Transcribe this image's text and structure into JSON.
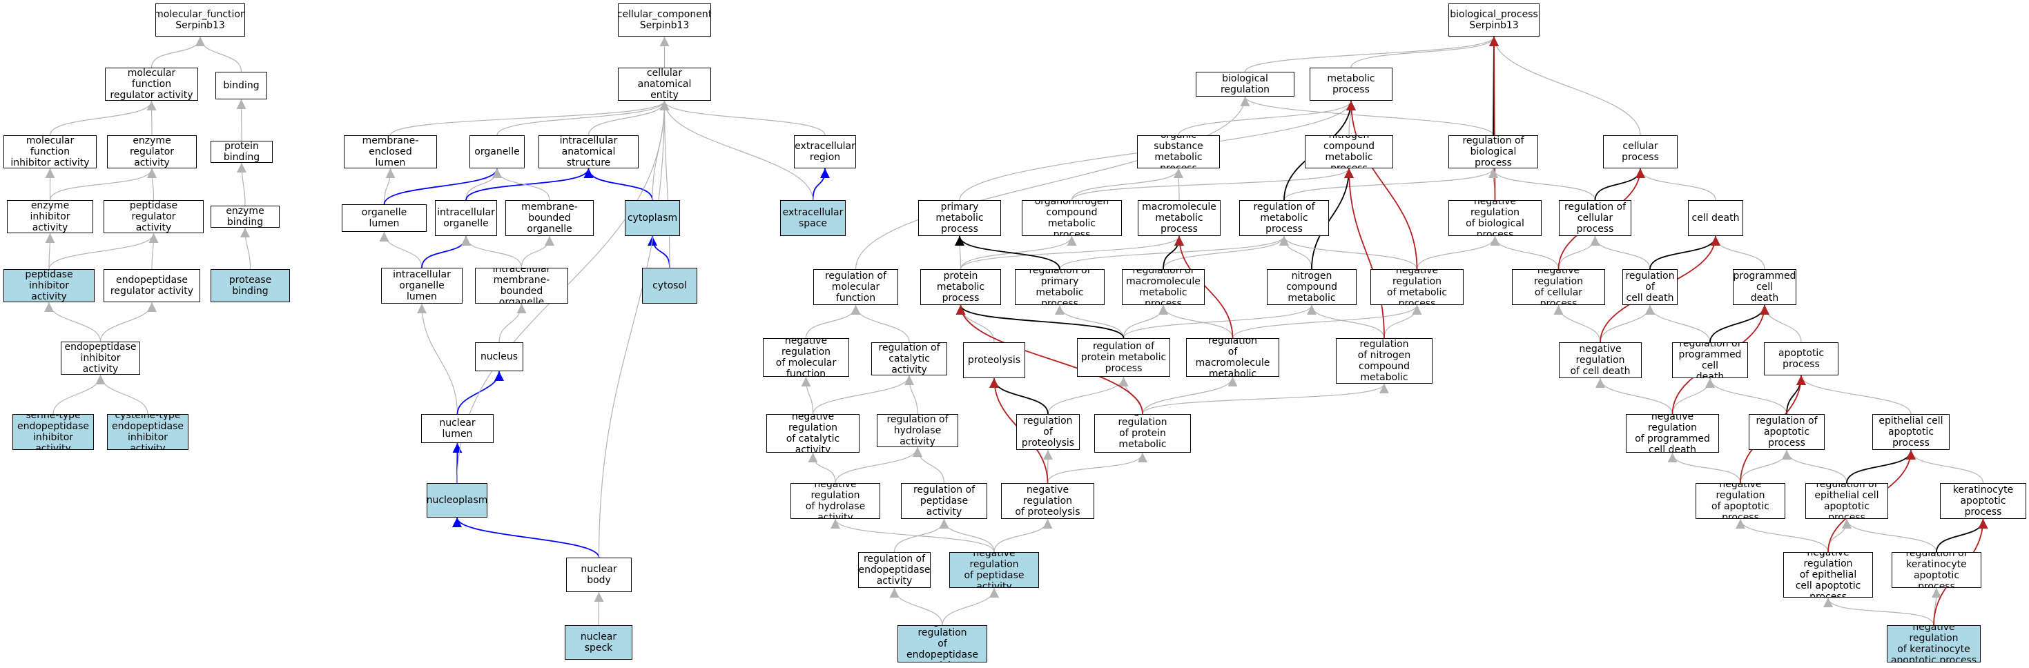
{
  "colors": {
    "is_a": "#b3b3b3",
    "part_of": "#0000ff",
    "regulates": "#000000",
    "neg_regulates": "#b22222",
    "highlight": "#add8e6"
  },
  "nodes": [
    {
      "id": "mf",
      "label": "molecular_function\nSerpinb13",
      "hl": false
    },
    {
      "id": "mfra",
      "label": "molecular function\nregulator activity",
      "hl": false
    },
    {
      "id": "binding",
      "label": "binding",
      "hl": false
    },
    {
      "id": "mfia",
      "label": "molecular function\ninhibitor activity",
      "hl": false
    },
    {
      "id": "era",
      "label": "enzyme regulator\nactivity",
      "hl": false
    },
    {
      "id": "pb",
      "label": "protein binding",
      "hl": false
    },
    {
      "id": "eia",
      "label": "enzyme inhibitor\nactivity",
      "hl": false
    },
    {
      "id": "pra",
      "label": "peptidase regulator\nactivity",
      "hl": false
    },
    {
      "id": "eb",
      "label": "enzyme binding",
      "hl": false
    },
    {
      "id": "pia",
      "label": "peptidase inhibitor\nactivity",
      "hl": true
    },
    {
      "id": "epra",
      "label": "endopeptidase\nregulator activity",
      "hl": false
    },
    {
      "id": "protb",
      "label": "protease binding",
      "hl": true
    },
    {
      "id": "epia",
      "label": "endopeptidase\ninhibitor activity",
      "hl": false
    },
    {
      "id": "serine",
      "label": "serine-type\nendopeptidase\ninhibitor activity",
      "hl": true
    },
    {
      "id": "cysteine",
      "label": "cysteine-type\nendopeptidase\ninhibitor activity",
      "hl": true
    },
    {
      "id": "cc",
      "label": "cellular_component\nSerpinb13",
      "hl": false
    },
    {
      "id": "cae",
      "label": "cellular anatomical\nentity",
      "hl": false
    },
    {
      "id": "mel",
      "label": "membrane-enclosed\nlumen",
      "hl": false
    },
    {
      "id": "organelle",
      "label": "organelle",
      "hl": false
    },
    {
      "id": "ias",
      "label": "intracellular\nanatomical structure",
      "hl": false
    },
    {
      "id": "er",
      "label": "extracellular\nregion",
      "hl": false
    },
    {
      "id": "ol",
      "label": "organelle lumen",
      "hl": false
    },
    {
      "id": "io",
      "label": "intracellular\norganelle",
      "hl": false
    },
    {
      "id": "mbo",
      "label": "membrane-bounded\norganelle",
      "hl": false
    },
    {
      "id": "cytoplasm",
      "label": "cytoplasm",
      "hl": true
    },
    {
      "id": "es",
      "label": "extracellular\nspace",
      "hl": true
    },
    {
      "id": "iol",
      "label": "intracellular\norganelle lumen",
      "hl": false
    },
    {
      "id": "imbo",
      "label": "intracellular\nmembrane-bounded\norganelle",
      "hl": false
    },
    {
      "id": "cytosol",
      "label": "cytosol",
      "hl": true
    },
    {
      "id": "nucleus",
      "label": "nucleus",
      "hl": false
    },
    {
      "id": "nl",
      "label": "nuclear lumen",
      "hl": false
    },
    {
      "id": "np",
      "label": "nucleoplasm",
      "hl": true
    },
    {
      "id": "nb",
      "label": "nuclear body",
      "hl": false
    },
    {
      "id": "ns",
      "label": "nuclear speck",
      "hl": true
    },
    {
      "id": "bp",
      "label": "biological_process\nSerpinb13",
      "hl": false
    },
    {
      "id": "breg",
      "label": "biological regulation",
      "hl": false
    },
    {
      "id": "mp",
      "label": "metabolic process",
      "hl": false
    },
    {
      "id": "cp",
      "label": "cellular process",
      "hl": false
    },
    {
      "id": "osmp",
      "label": "organic substance\nmetabolic process",
      "hl": false
    },
    {
      "id": "ncmp",
      "label": "nitrogen compound\nmetabolic process",
      "hl": false
    },
    {
      "id": "robp",
      "label": "regulation of\nbiological process",
      "hl": false
    },
    {
      "id": "pmp",
      "label": "primary metabolic\nprocess",
      "hl": false
    },
    {
      "id": "oncmp",
      "label": "organonitrogen\ncompound metabolic\nprocess",
      "hl": false
    },
    {
      "id": "mmp",
      "label": "macromolecule\nmetabolic process",
      "hl": false
    },
    {
      "id": "romp",
      "label": "regulation of\nmetabolic process",
      "hl": false
    },
    {
      "id": "nrobp",
      "label": "negative regulation\nof biological\nprocess",
      "hl": false
    },
    {
      "id": "rocp",
      "label": "regulation of\ncellular process",
      "hl": false
    },
    {
      "id": "cd",
      "label": "cell death",
      "hl": false
    },
    {
      "id": "romf",
      "label": "regulation of\nmolecular function",
      "hl": false
    },
    {
      "id": "protmp",
      "label": "protein metabolic\nprocess",
      "hl": false
    },
    {
      "id": "ropmp",
      "label": "regulation of\nprimary metabolic\nprocess",
      "hl": false
    },
    {
      "id": "rommp",
      "label": "regulation of\nmacromolecule\nmetabolic process",
      "hl": false
    },
    {
      "id": "roncmp",
      "label": "regulation of\nnitrogen compound\nmetabolic process",
      "hl": false
    },
    {
      "id": "nromp",
      "label": "negative regulation\nof metabolic\nprocess",
      "hl": false
    },
    {
      "id": "nrocp",
      "label": "negative regulation\nof cellular\nprocess",
      "hl": false
    },
    {
      "id": "rocd",
      "label": "regulation of\ncell death",
      "hl": false
    },
    {
      "id": "pcd",
      "label": "programmed cell\ndeath",
      "hl": false
    },
    {
      "id": "nromf",
      "label": "negative regulation\nof molecular\nfunction",
      "hl": false
    },
    {
      "id": "roca",
      "label": "regulation of\ncatalytic activity",
      "hl": false
    },
    {
      "id": "proteolysis",
      "label": "proteolysis",
      "hl": false
    },
    {
      "id": "roprotmp",
      "label": "regulation of\nprotein metabolic\nprocess",
      "hl": false
    },
    {
      "id": "nrommp",
      "label": "negative regulation\nof macromolecule\nmetabolic process",
      "hl": false
    },
    {
      "id": "nroncmp",
      "label": "negative regulation\nof nitrogen\ncompound metabolic\nprocess",
      "hl": false
    },
    {
      "id": "nrocd",
      "label": "negative regulation\nof cell death",
      "hl": false
    },
    {
      "id": "ropcd",
      "label": "regulation of\nprogrammed cell\ndeath",
      "hl": false
    },
    {
      "id": "ap",
      "label": "apoptotic process",
      "hl": false
    },
    {
      "id": "nroca",
      "label": "negative regulation\nof catalytic\nactivity",
      "hl": false
    },
    {
      "id": "roha",
      "label": "regulation of\nhydrolase activity",
      "hl": false
    },
    {
      "id": "rop",
      "label": "regulation of\nproteolysis",
      "hl": false
    },
    {
      "id": "nroprotmp",
      "label": "negative regulation\nof protein metabolic\nprocess",
      "hl": false
    },
    {
      "id": "nropcd",
      "label": "negative regulation\nof programmed\ncell death",
      "hl": false
    },
    {
      "id": "roap",
      "label": "regulation of\napoptotic process",
      "hl": false
    },
    {
      "id": "ecap",
      "label": "epithelial cell\napoptotic process",
      "hl": false
    },
    {
      "id": "nroha",
      "label": "negative regulation\nof hydrolase\nactivity",
      "hl": false
    },
    {
      "id": "ropa",
      "label": "regulation of\npeptidase activity",
      "hl": false
    },
    {
      "id": "nrop",
      "label": "negative regulation\nof proteolysis",
      "hl": false
    },
    {
      "id": "nroap",
      "label": "negative regulation\nof apoptotic\nprocess",
      "hl": false
    },
    {
      "id": "roecap",
      "label": "regulation of\nepithelial cell\napoptotic process",
      "hl": false
    },
    {
      "id": "kap",
      "label": "keratinocyte\napoptotic process",
      "hl": false
    },
    {
      "id": "roepa",
      "label": "regulation of\nendopeptidase\nactivity",
      "hl": false
    },
    {
      "id": "nropa",
      "label": "negative regulation\nof peptidase\nactivity",
      "hl": true
    },
    {
      "id": "nroecap",
      "label": "negative regulation\nof epithelial\ncell apoptotic\nprocess",
      "hl": false
    },
    {
      "id": "rokap",
      "label": "regulation of\nkeratinocyte\napoptotic process",
      "hl": false
    },
    {
      "id": "nroepa",
      "label": "negative regulation\nof endopeptidase\nactivity",
      "hl": true
    },
    {
      "id": "nrokap",
      "label": "negative regulation\nof keratinocyte\napoptotic process",
      "hl": true
    }
  ],
  "edges": [
    {
      "from": "mfra",
      "to": "mf",
      "type": "is_a"
    },
    {
      "from": "binding",
      "to": "mf",
      "type": "is_a"
    },
    {
      "from": "mfia",
      "to": "mfra",
      "type": "is_a"
    },
    {
      "from": "era",
      "to": "mfra",
      "type": "is_a"
    },
    {
      "from": "pb",
      "to": "binding",
      "type": "is_a"
    },
    {
      "from": "eia",
      "to": "mfia",
      "type": "is_a"
    },
    {
      "from": "eia",
      "to": "era",
      "type": "is_a"
    },
    {
      "from": "pra",
      "to": "era",
      "type": "is_a"
    },
    {
      "from": "eb",
      "to": "pb",
      "type": "is_a"
    },
    {
      "from": "pia",
      "to": "eia",
      "type": "is_a"
    },
    {
      "from": "pia",
      "to": "pra",
      "type": "is_a"
    },
    {
      "from": "epra",
      "to": "pra",
      "type": "is_a"
    },
    {
      "from": "protb",
      "to": "eb",
      "type": "is_a"
    },
    {
      "from": "epia",
      "to": "pia",
      "type": "is_a"
    },
    {
      "from": "epia",
      "to": "epra",
      "type": "is_a"
    },
    {
      "from": "serine",
      "to": "epia",
      "type": "is_a"
    },
    {
      "from": "cysteine",
      "to": "epia",
      "type": "is_a"
    },
    {
      "from": "cae",
      "to": "cc",
      "type": "is_a"
    },
    {
      "from": "mel",
      "to": "cae",
      "type": "is_a"
    },
    {
      "from": "organelle",
      "to": "cae",
      "type": "is_a"
    },
    {
      "from": "ias",
      "to": "cae",
      "type": "is_a"
    },
    {
      "from": "er",
      "to": "cae",
      "type": "is_a"
    },
    {
      "from": "ol",
      "to": "mel",
      "type": "is_a"
    },
    {
      "from": "ol",
      "to": "organelle",
      "type": "part_of"
    },
    {
      "from": "io",
      "to": "organelle",
      "type": "is_a"
    },
    {
      "from": "io",
      "to": "ias",
      "type": "part_of"
    },
    {
      "from": "mbo",
      "to": "organelle",
      "type": "is_a"
    },
    {
      "from": "cytoplasm",
      "to": "ias",
      "type": "part_of"
    },
    {
      "from": "cytoplasm",
      "to": "cae",
      "type": "is_a"
    },
    {
      "from": "es",
      "to": "er",
      "type": "part_of"
    },
    {
      "from": "es",
      "to": "cae",
      "type": "is_a"
    },
    {
      "from": "iol",
      "to": "ol",
      "type": "is_a"
    },
    {
      "from": "iol",
      "to": "io",
      "type": "part_of"
    },
    {
      "from": "imbo",
      "to": "io",
      "type": "is_a"
    },
    {
      "from": "imbo",
      "to": "mbo",
      "type": "is_a"
    },
    {
      "from": "cytosol",
      "to": "cytoplasm",
      "type": "part_of"
    },
    {
      "from": "cytosol",
      "to": "cae",
      "type": "is_a"
    },
    {
      "from": "nucleus",
      "to": "imbo",
      "type": "is_a"
    },
    {
      "from": "nl",
      "to": "iol",
      "type": "is_a"
    },
    {
      "from": "nl",
      "to": "nucleus",
      "type": "part_of"
    },
    {
      "from": "np",
      "to": "nl",
      "type": "part_of"
    },
    {
      "from": "np",
      "to": "cae",
      "type": "is_a"
    },
    {
      "from": "nb",
      "to": "np",
      "type": "part_of"
    },
    {
      "from": "nb",
      "to": "cae",
      "type": "is_a"
    },
    {
      "from": "ns",
      "to": "nb",
      "type": "is_a"
    },
    {
      "from": "breg",
      "to": "bp",
      "type": "is_a"
    },
    {
      "from": "mp",
      "to": "bp",
      "type": "is_a"
    },
    {
      "from": "cp",
      "to": "bp",
      "type": "is_a"
    },
    {
      "from": "osmp",
      "to": "mp",
      "type": "is_a"
    },
    {
      "from": "ncmp",
      "to": "mp",
      "type": "is_a"
    },
    {
      "from": "robp",
      "to": "breg",
      "type": "is_a"
    },
    {
      "from": "robp",
      "to": "bp",
      "type": "regulates"
    },
    {
      "from": "pmp",
      "to": "mp",
      "type": "is_a"
    },
    {
      "from": "oncmp",
      "to": "osmp",
      "type": "is_a"
    },
    {
      "from": "oncmp",
      "to": "ncmp",
      "type": "is_a"
    },
    {
      "from": "mmp",
      "to": "osmp",
      "type": "is_a"
    },
    {
      "from": "romp",
      "to": "robp",
      "type": "is_a"
    },
    {
      "from": "romp",
      "to": "mp",
      "type": "regulates"
    },
    {
      "from": "nrobp",
      "to": "robp",
      "type": "is_a"
    },
    {
      "from": "nrobp",
      "to": "bp",
      "type": "neg_regulates"
    },
    {
      "from": "rocp",
      "to": "robp",
      "type": "is_a"
    },
    {
      "from": "rocp",
      "to": "cp",
      "type": "regulates"
    },
    {
      "from": "cd",
      "to": "cp",
      "type": "is_a"
    },
    {
      "from": "romf",
      "to": "breg",
      "type": "is_a"
    },
    {
      "from": "protmp",
      "to": "pmp",
      "type": "is_a"
    },
    {
      "from": "protmp",
      "to": "oncmp",
      "type": "is_a"
    },
    {
      "from": "protmp",
      "to": "mmp",
      "type": "is_a"
    },
    {
      "from": "ropmp",
      "to": "romp",
      "type": "is_a"
    },
    {
      "from": "ropmp",
      "to": "pmp",
      "type": "regulates"
    },
    {
      "from": "rommp",
      "to": "romp",
      "type": "is_a"
    },
    {
      "from": "rommp",
      "to": "mmp",
      "type": "regulates"
    },
    {
      "from": "roncmp",
      "to": "romp",
      "type": "is_a"
    },
    {
      "from": "roncmp",
      "to": "ncmp",
      "type": "regulates"
    },
    {
      "from": "nromp",
      "to": "romp",
      "type": "is_a"
    },
    {
      "from": "nromp",
      "to": "nrobp",
      "type": "is_a"
    },
    {
      "from": "nromp",
      "to": "mp",
      "type": "neg_regulates"
    },
    {
      "from": "nrocp",
      "to": "rocp",
      "type": "is_a"
    },
    {
      "from": "nrocp",
      "to": "nrobp",
      "type": "is_a"
    },
    {
      "from": "nrocp",
      "to": "cp",
      "type": "neg_regulates"
    },
    {
      "from": "rocd",
      "to": "rocp",
      "type": "is_a"
    },
    {
      "from": "rocd",
      "to": "cd",
      "type": "regulates"
    },
    {
      "from": "pcd",
      "to": "cd",
      "type": "is_a"
    },
    {
      "from": "nromf",
      "to": "romf",
      "type": "is_a"
    },
    {
      "from": "roca",
      "to": "romf",
      "type": "is_a"
    },
    {
      "from": "proteolysis",
      "to": "protmp",
      "type": "is_a"
    },
    {
      "from": "roprotmp",
      "to": "ropmp",
      "type": "is_a"
    },
    {
      "from": "roprotmp",
      "to": "rommp",
      "type": "is_a"
    },
    {
      "from": "roprotmp",
      "to": "roncmp",
      "type": "is_a"
    },
    {
      "from": "roprotmp",
      "to": "protmp",
      "type": "regulates"
    },
    {
      "from": "nrommp",
      "to": "rommp",
      "type": "is_a"
    },
    {
      "from": "nrommp",
      "to": "nromp",
      "type": "is_a"
    },
    {
      "from": "nrommp",
      "to": "mmp",
      "type": "neg_regulates"
    },
    {
      "from": "nroncmp",
      "to": "roncmp",
      "type": "is_a"
    },
    {
      "from": "nroncmp",
      "to": "nromp",
      "type": "is_a"
    },
    {
      "from": "nroncmp",
      "to": "ncmp",
      "type": "neg_regulates"
    },
    {
      "from": "nrocd",
      "to": "rocd",
      "type": "is_a"
    },
    {
      "from": "nrocd",
      "to": "nrocp",
      "type": "is_a"
    },
    {
      "from": "nrocd",
      "to": "cd",
      "type": "neg_regulates"
    },
    {
      "from": "ropcd",
      "to": "rocd",
      "type": "is_a"
    },
    {
      "from": "ropcd",
      "to": "pcd",
      "type": "regulates"
    },
    {
      "from": "ap",
      "to": "pcd",
      "type": "is_a"
    },
    {
      "from": "nroca",
      "to": "nromf",
      "type": "is_a"
    },
    {
      "from": "nroca",
      "to": "roca",
      "type": "is_a"
    },
    {
      "from": "roha",
      "to": "roca",
      "type": "is_a"
    },
    {
      "from": "rop",
      "to": "roprotmp",
      "type": "is_a"
    },
    {
      "from": "rop",
      "to": "proteolysis",
      "type": "regulates"
    },
    {
      "from": "nroprotmp",
      "to": "roprotmp",
      "type": "is_a"
    },
    {
      "from": "nroprotmp",
      "to": "nrommp",
      "type": "is_a"
    },
    {
      "from": "nroprotmp",
      "to": "nroncmp",
      "type": "is_a"
    },
    {
      "from": "nroprotmp",
      "to": "protmp",
      "type": "neg_regulates"
    },
    {
      "from": "nropcd",
      "to": "ropcd",
      "type": "is_a"
    },
    {
      "from": "nropcd",
      "to": "nrocd",
      "type": "is_a"
    },
    {
      "from": "nropcd",
      "to": "pcd",
      "type": "neg_regulates"
    },
    {
      "from": "roap",
      "to": "ropcd",
      "type": "is_a"
    },
    {
      "from": "roap",
      "to": "ap",
      "type": "regulates"
    },
    {
      "from": "ecap",
      "to": "ap",
      "type": "is_a"
    },
    {
      "from": "nroha",
      "to": "nroca",
      "type": "is_a"
    },
    {
      "from": "nroha",
      "to": "roha",
      "type": "is_a"
    },
    {
      "from": "ropa",
      "to": "roha",
      "type": "is_a"
    },
    {
      "from": "nrop",
      "to": "rop",
      "type": "is_a"
    },
    {
      "from": "nrop",
      "to": "nroprotmp",
      "type": "is_a"
    },
    {
      "from": "nrop",
      "to": "proteolysis",
      "type": "neg_regulates"
    },
    {
      "from": "nroap",
      "to": "roap",
      "type": "is_a"
    },
    {
      "from": "nroap",
      "to": "nropcd",
      "type": "is_a"
    },
    {
      "from": "nroap",
      "to": "ap",
      "type": "neg_regulates"
    },
    {
      "from": "roecap",
      "to": "roap",
      "type": "is_a"
    },
    {
      "from": "roecap",
      "to": "ecap",
      "type": "regulates"
    },
    {
      "from": "kap",
      "to": "ecap",
      "type": "is_a"
    },
    {
      "from": "roepa",
      "to": "ropa",
      "type": "is_a"
    },
    {
      "from": "nropa",
      "to": "nroha",
      "type": "is_a"
    },
    {
      "from": "nropa",
      "to": "ropa",
      "type": "is_a"
    },
    {
      "from": "nropa",
      "to": "nrop",
      "type": "is_a"
    },
    {
      "from": "nroecap",
      "to": "roecap",
      "type": "is_a"
    },
    {
      "from": "nroecap",
      "to": "nroap",
      "type": "is_a"
    },
    {
      "from": "nroecap",
      "to": "ecap",
      "type": "neg_regulates"
    },
    {
      "from": "rokap",
      "to": "roecap",
      "type": "is_a"
    },
    {
      "from": "rokap",
      "to": "kap",
      "type": "regulates"
    },
    {
      "from": "nroepa",
      "to": "roepa",
      "type": "is_a"
    },
    {
      "from": "nroepa",
      "to": "nropa",
      "type": "is_a"
    },
    {
      "from": "nrokap",
      "to": "rokap",
      "type": "is_a"
    },
    {
      "from": "nrokap",
      "to": "nroecap",
      "type": "is_a"
    },
    {
      "from": "nrokap",
      "to": "kap",
      "type": "neg_regulates"
    }
  ]
}
